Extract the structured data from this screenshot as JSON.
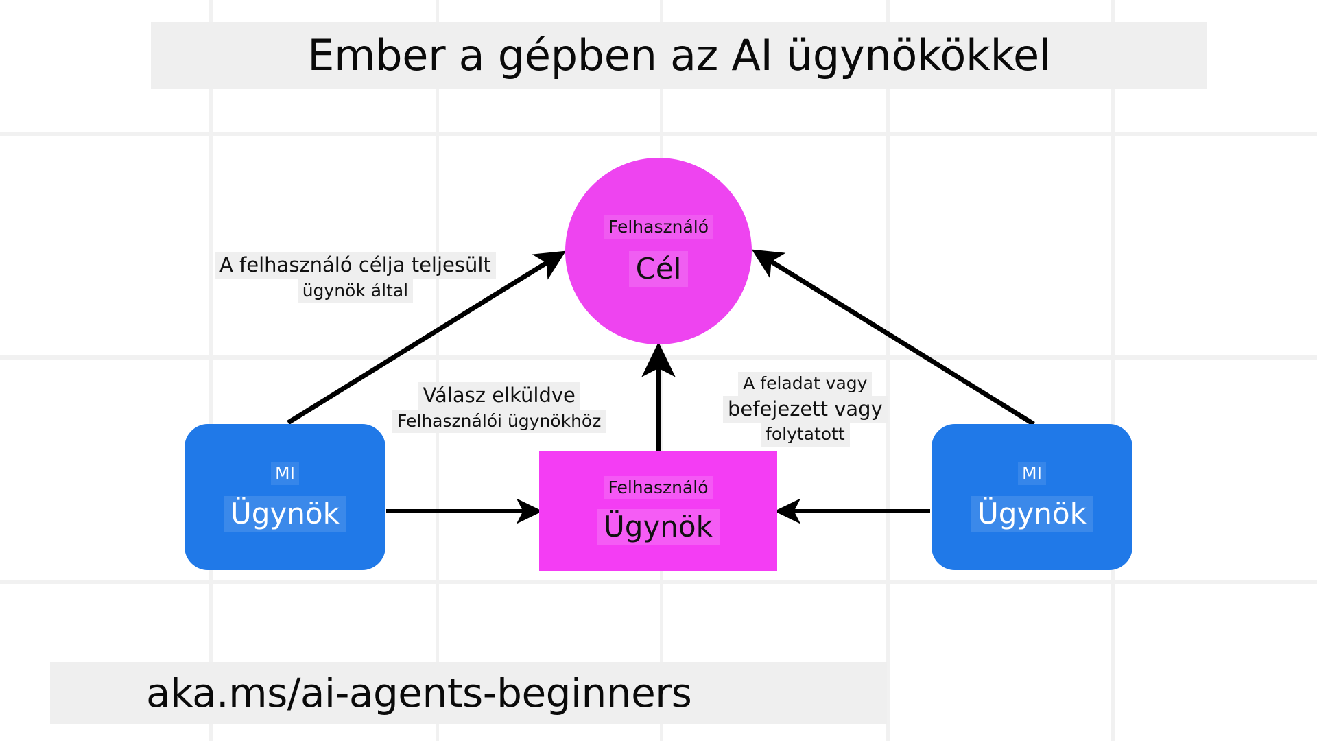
{
  "slide": {
    "title": "Ember a gépben az AI ügynökökkel",
    "footer_url": "aka.ms/ai-agents-beginners",
    "background_color": "#ffffff",
    "band_color": "#efefef",
    "grid_color": "#f1f1f1"
  },
  "colors": {
    "agent_blue": "#2079e8",
    "user_agent_magenta": "#f43df4",
    "goal_magenta": "#ee44f0",
    "arrow_black": "#000000",
    "text_dark": "#111111",
    "text_light": "#ffffff"
  },
  "nodes": {
    "goal": {
      "sub_label": "Felhasználó",
      "main_label": "Cél",
      "shape": "circle",
      "color": "#ee44f0"
    },
    "agent_left": {
      "sub_label": "MI",
      "main_label": "Ügynök",
      "shape": "rounded-rect",
      "color": "#2079e8"
    },
    "agent_right": {
      "sub_label": "MI",
      "main_label": "Ügynök",
      "shape": "rounded-rect",
      "color": "#2079e8"
    },
    "user_agent": {
      "sub_label": "Felhasználó",
      "main_label": "Ügynök",
      "shape": "rect",
      "color": "#f43df4"
    }
  },
  "edge_labels": {
    "goal_fulfilled": {
      "line1": "A felhasználó célja teljesült",
      "line2": "ügynök által"
    },
    "response_sent": {
      "line1": "Válasz elküldve",
      "line2": "Felhasználói ügynökhöz"
    },
    "task_status": {
      "line1": "A feladat vagy",
      "line2": "befejezett vagy",
      "line3": "folytatott"
    }
  },
  "arrows": [
    {
      "name": "agent-left-to-goal",
      "from": "agent_left",
      "to": "goal",
      "direction": "up-right"
    },
    {
      "name": "agent-right-to-goal",
      "from": "agent_right",
      "to": "goal",
      "direction": "up-left"
    },
    {
      "name": "user-agent-to-goal",
      "from": "user_agent",
      "to": "goal",
      "direction": "up"
    },
    {
      "name": "agent-left-to-user-agent",
      "from": "agent_left",
      "to": "user_agent",
      "direction": "right"
    },
    {
      "name": "agent-right-to-user-agent",
      "from": "agent_right",
      "to": "user_agent",
      "direction": "left"
    }
  ],
  "grid": {
    "vertical_x": [
      305,
      635,
      962,
      1292,
      1620
    ],
    "horizontal_y": [
      192,
      518,
      845
    ]
  }
}
